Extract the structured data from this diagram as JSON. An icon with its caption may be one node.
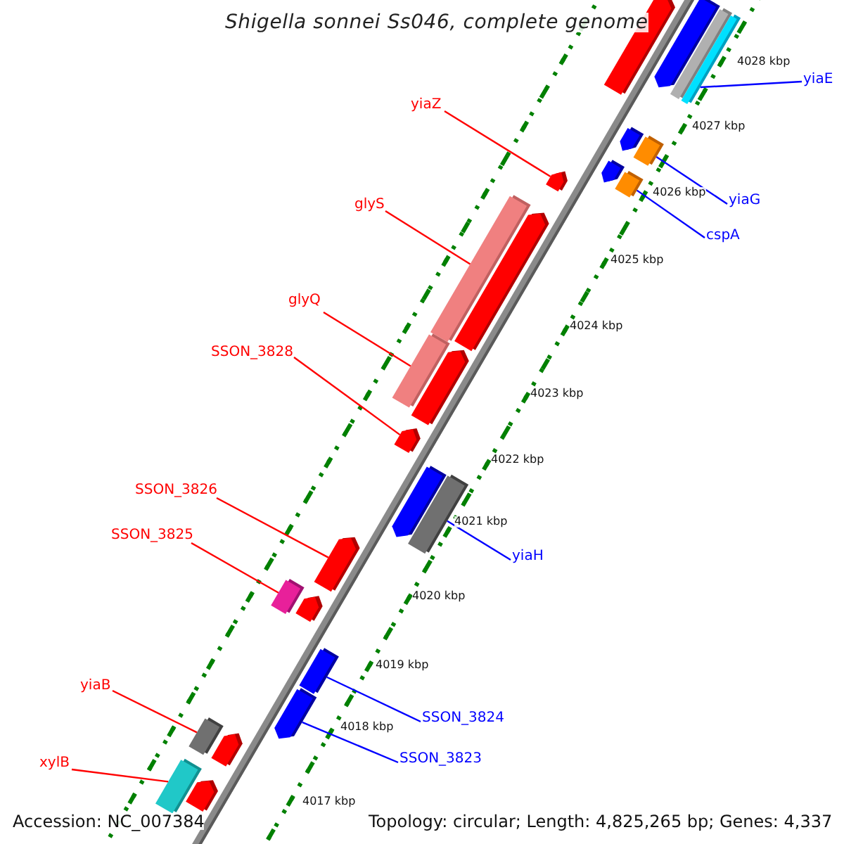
{
  "diagram": {
    "title": "Shigella sonnei Ss046, complete genome",
    "nodes": [
      {
        "text": [
          "yiaE"
        ]
      },
      {
        "text": [
          "yiaZ"
        ]
      },
      {
        "text": [
          "yiaG"
        ]
      },
      {
        "text": [
          "glyS"
        ]
      },
      {
        "text": [
          "cspA"
        ]
      },
      {
        "text": [
          "glyQ"
        ]
      },
      {
        "text": [
          "SSON_3828"
        ]
      },
      {
        "text": [
          "SSON_3826"
        ]
      },
      {
        "text": [
          "SSON_3825"
        ]
      },
      {
        "text": [
          "yiaH"
        ]
      },
      {
        "text": [
          "yiaB"
        ]
      },
      {
        "text": [
          "SSON_3824"
        ]
      },
      {
        "text": [
          "SSON_3823"
        ]
      },
      {
        "text": [
          "xylB"
        ]
      },
      {
        "text": [],
        "shape": "bar"
      },
      {
        "text": [],
        "shape": "bar"
      },
      {
        "text": [],
        "shape": "bar"
      },
      {
        "text": [],
        "shape": "bar"
      },
      {
        "text": [],
        "shape": "bar"
      },
      {
        "text": [],
        "shape": "bar"
      },
      {
        "text": [],
        "shape": "bar"
      },
      {
        "text": [],
        "shape": "bar"
      },
      {
        "text": [],
        "shape": "bar"
      },
      {
        "text": [],
        "shape": "bar"
      },
      {
        "text": [],
        "shape": "bar"
      },
      {
        "text": [],
        "shape": "bar"
      },
      {
        "text": [],
        "shape": "bar"
      },
      {
        "text": [],
        "shape": "bar"
      },
      {
        "text": [],
        "shape": "bar"
      },
      {
        "text": [],
        "shape": "bar"
      },
      {
        "text": [],
        "shape": "bar"
      },
      {
        "text": [],
        "shape": "bar"
      },
      {
        "text": [],
        "shape": "bar"
      },
      {
        "text": [],
        "shape": "bar"
      },
      {
        "text": [],
        "shape": "bar"
      },
      {
        "text": [],
        "shape": "bar"
      },
      {
        "text": [],
        "shape": "bar"
      },
      {
        "text": [],
        "shape": "bar"
      },
      {
        "text": [],
        "shape": "bar"
      }
    ],
    "edges": [
      {
        "from": 0,
        "to": 17,
        "arrow": "none",
        "color": "#0000ff"
      },
      {
        "from": 1,
        "to": 22,
        "arrow": "none",
        "color": "#ff0000"
      },
      {
        "from": 2,
        "to": 19,
        "arrow": "none",
        "color": "#0000ff"
      },
      {
        "from": 3,
        "to": 24,
        "arrow": "none",
        "color": "#ff0000"
      },
      {
        "from": 4,
        "to": 21,
        "arrow": "none",
        "color": "#0000ff"
      },
      {
        "from": 5,
        "to": 26,
        "arrow": "none",
        "color": "#ff0000"
      },
      {
        "from": 6,
        "to": 27,
        "arrow": "none",
        "color": "#ff0000"
      },
      {
        "from": 7,
        "to": 30,
        "arrow": "none",
        "color": "#ff0000"
      },
      {
        "from": 8,
        "to": 31,
        "arrow": "none",
        "color": "#ff0000"
      },
      {
        "from": 9,
        "to": 29,
        "arrow": "none",
        "color": "#0000ff"
      },
      {
        "from": 10,
        "to": 35,
        "arrow": "none",
        "color": "#ff0000"
      },
      {
        "from": 11,
        "to": 33,
        "arrow": "none",
        "color": "#0000ff"
      },
      {
        "from": 12,
        "to": 34,
        "arrow": "none",
        "color": "#0000ff"
      },
      {
        "from": 13,
        "to": 37,
        "arrow": "none",
        "color": "#ff0000"
      }
    ],
    "labels": [
      "4028 kbp",
      "4027 kbp",
      "4026 kbp",
      "4025 kbp",
      "4024 kbp",
      "4023 kbp",
      "4022 kbp",
      "4021 kbp",
      "4020 kbp",
      "4019 kbp",
      "4018 kbp",
      "4017 kbp",
      "Accession: NC_007384",
      "Topology: circular; Length: 4,825,265 bp; Genes: 4,337"
    ]
  }
}
